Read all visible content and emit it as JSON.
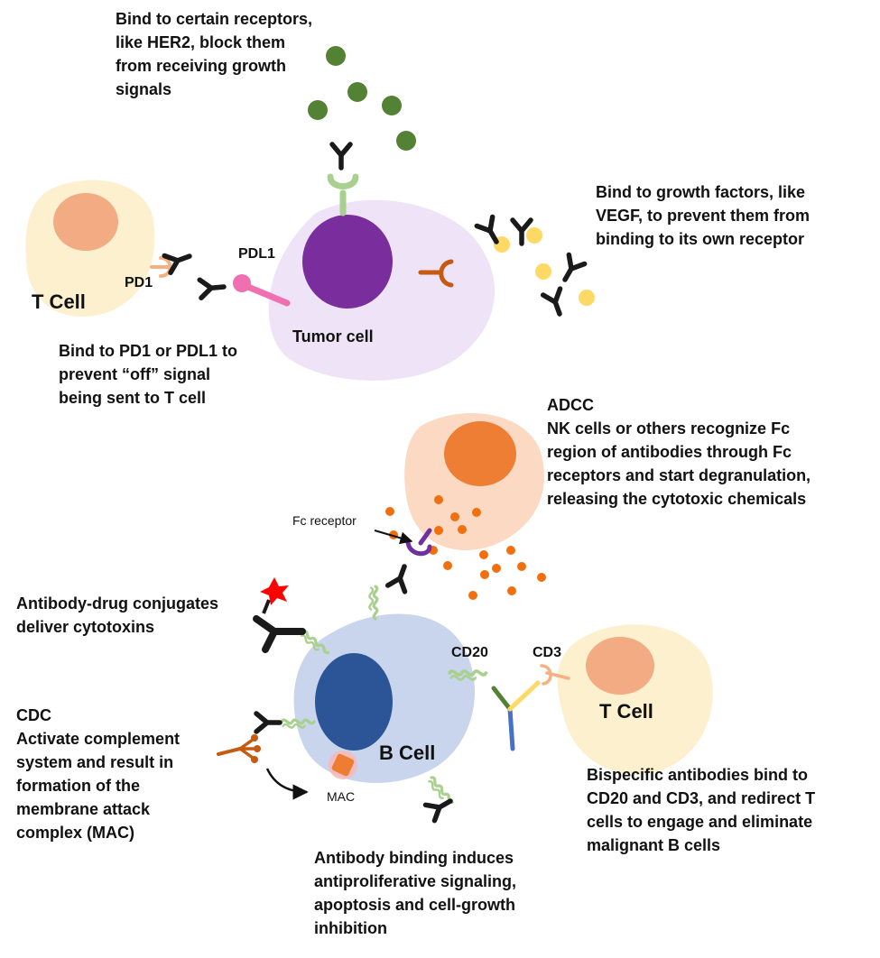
{
  "texts": {
    "her2_note": "Bind to certain receptors,\nlike HER2, block them\nfrom receiving growth\nsignals",
    "vegf_note": "Bind to growth factors, like\nVEGF, to prevent them from\nbinding to its own receptor",
    "pd1_note": "Bind to PD1 or PDL1 to\nprevent “off” signal\nbeing sent to T cell",
    "adcc_note": "ADCC\nNK cells or others recognize Fc\nregion of antibodies through Fc\nreceptors and start degranulation,\nreleasing the cytotoxic chemicals",
    "adc_note": "Antibody-drug conjugates\ndeliver cytotoxins",
    "cdc_note": "CDC\nActivate complement\nsystem and result in\nformation of the\nmembrane attack\ncomplex (MAC)",
    "bispecific_note": "Bispecific antibodies bind to\nCD20 and CD3, and redirect T\ncells to engage and eliminate\nmalignant B cells",
    "apoptosis_note": "Antibody binding induces\nantiproliferative signaling,\napoptosis and cell-growth\ninhibition"
  },
  "labels": {
    "t_cell_top": "T Cell",
    "pd1": "PD1",
    "pdl1": "PDL1",
    "tumor_cell": "Tumor cell",
    "fc_receptor": "Fc receptor",
    "cd20": "CD20",
    "cd3": "CD3",
    "t_cell_bottom": "T Cell",
    "b_cell": "B Cell",
    "mac": "MAC"
  },
  "colors": {
    "tumor_membrane": "#efe3f7",
    "tumor_nucleus": "#7a2d9c",
    "t_cell_membrane": "#fdf0cf",
    "t_cell_nucleus": "#f2ab82",
    "nk_cell_membrane": "#fbd9c3",
    "nk_cell_nucleus": "#ef7e35",
    "b_cell_membrane": "#c9d5ec",
    "b_cell_nucleus": "#2c5597",
    "antibody": "#1a1a1a",
    "her2_receptor": "#a9d08e",
    "growth_signal": "#548235",
    "vegf": "#ffd966",
    "pdl1": "#ef6fb0",
    "vegf_receptor": "#c55a11",
    "fc_receptor": "#7030a0",
    "cytotoxic_granule": "#f26f0f",
    "cd20": "#a9d08e",
    "drug": "#ff0000"
  }
}
